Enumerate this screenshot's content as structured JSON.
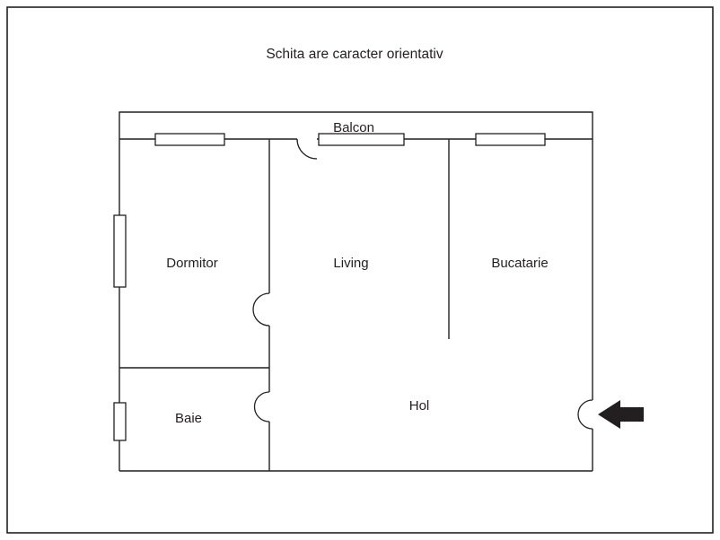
{
  "title": "Schita are caracter orientativ",
  "labels": {
    "balcon": "Balcon",
    "dormitor": "Dormitor",
    "living": "Living",
    "bucatarie": "Bucatarie",
    "baie": "Baie",
    "hol": "Hol"
  },
  "icons": {
    "entrance_arrow": "arrow-left-entrance-icon"
  },
  "colors": {
    "line": "#231f20",
    "background": "#ffffff"
  }
}
